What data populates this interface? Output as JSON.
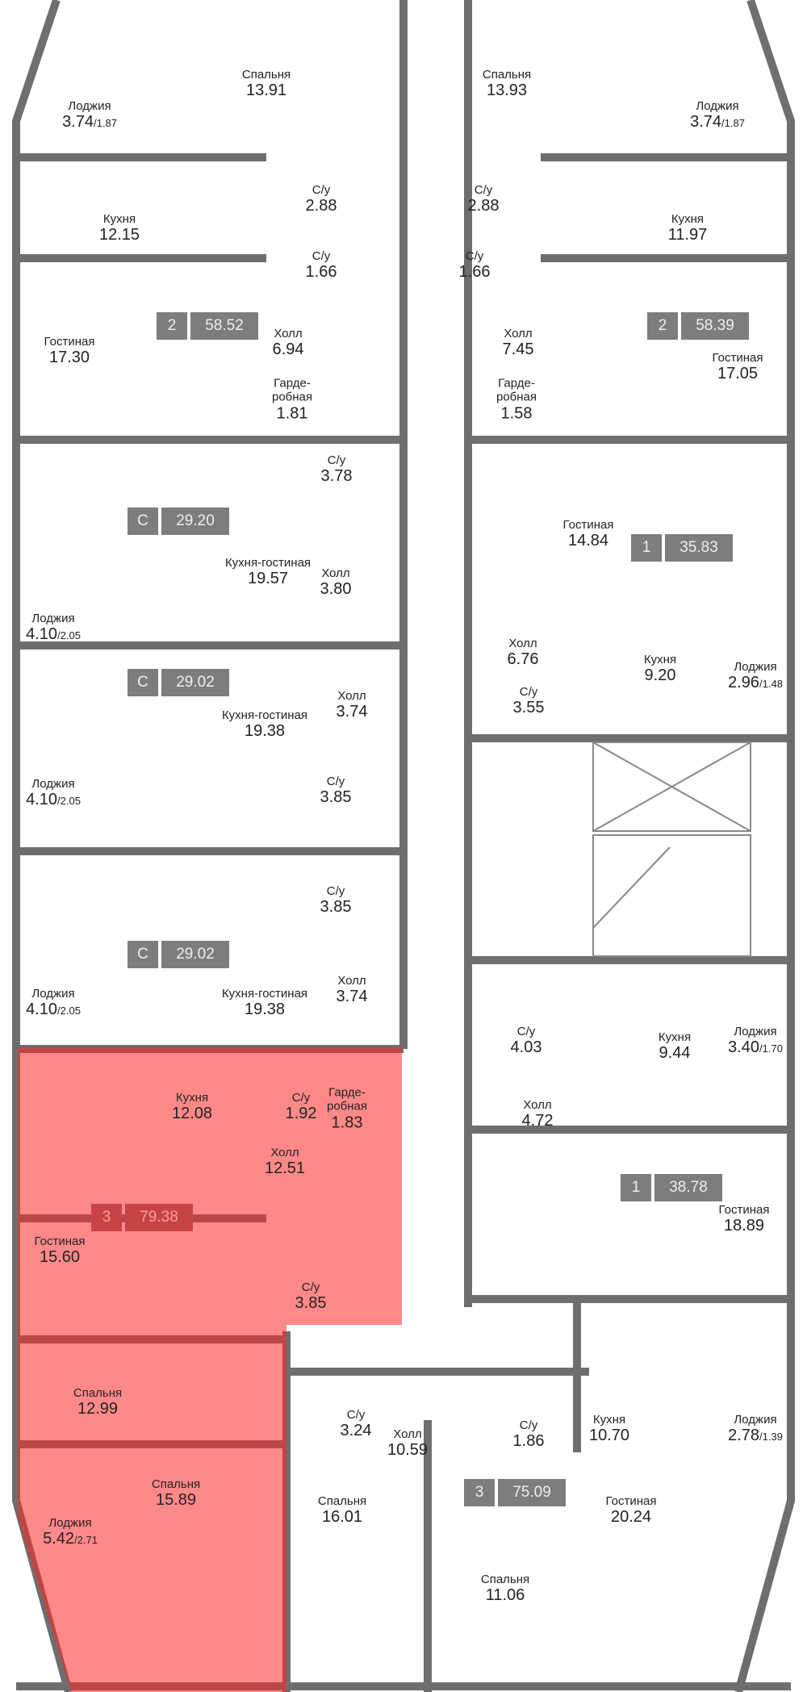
{
  "apartments": [
    {
      "id": "2-left",
      "type": "2",
      "area": "58.52",
      "selected": false,
      "rooms": [
        {
          "name": "Лоджия",
          "area": "3.74",
          "area_reduced": "1.87"
        },
        {
          "name": "Спальня",
          "area": "13.91"
        },
        {
          "name": "Кухня",
          "area": "12.15"
        },
        {
          "name": "Гостиная",
          "area": "17.30"
        },
        {
          "name": "С/у",
          "area": "2.88"
        },
        {
          "name": "С/у",
          "area": "1.66"
        },
        {
          "name": "Холл",
          "area": "6.94"
        },
        {
          "name": "Гарде-\nробная",
          "area": "1.81"
        }
      ]
    },
    {
      "id": "2-right",
      "type": "2",
      "area": "58.39",
      "selected": false,
      "rooms": [
        {
          "name": "Спальня",
          "area": "13.93"
        },
        {
          "name": "Лоджия",
          "area": "3.74",
          "area_reduced": "1.87"
        },
        {
          "name": "С/у",
          "area": "2.88"
        },
        {
          "name": "С/у",
          "area": "1.66"
        },
        {
          "name": "Кухня",
          "area": "11.97"
        },
        {
          "name": "Холл",
          "area": "7.45"
        },
        {
          "name": "Гарде-\nробная",
          "area": "1.58"
        },
        {
          "name": "Гостиная",
          "area": "17.05"
        }
      ]
    },
    {
      "id": "studio-1",
      "type": "С",
      "area": "29.20",
      "selected": false,
      "rooms": [
        {
          "name": "Лоджия",
          "area": "4.10",
          "area_reduced": "2.05"
        },
        {
          "name": "Кухня-гостиная",
          "area": "19.57"
        },
        {
          "name": "С/у",
          "area": "3.78"
        },
        {
          "name": "Холл",
          "area": "3.80"
        }
      ]
    },
    {
      "id": "studio-2",
      "type": "С",
      "area": "29.02",
      "selected": false,
      "rooms": [
        {
          "name": "Кухня-гостиная",
          "area": "19.38"
        },
        {
          "name": "Холл",
          "area": "3.74"
        },
        {
          "name": "Лоджия",
          "area": "4.10",
          "area_reduced": "2.05"
        },
        {
          "name": "С/у",
          "area": "3.85"
        }
      ]
    },
    {
      "id": "studio-3",
      "type": "С",
      "area": "29.02",
      "selected": false,
      "rooms": [
        {
          "name": "С/у",
          "area": "3.85"
        },
        {
          "name": "Кухня-гостиная",
          "area": "19.38"
        },
        {
          "name": "Холл",
          "area": "3.74"
        },
        {
          "name": "Лоджия",
          "area": "4.10",
          "area_reduced": "2.05"
        }
      ]
    },
    {
      "id": "1-upper",
      "type": "1",
      "area": "35.83",
      "selected": false,
      "rooms": [
        {
          "name": "Гостиная",
          "area": "14.84"
        },
        {
          "name": "Холл",
          "area": "6.76"
        },
        {
          "name": "С/у",
          "area": "3.55"
        },
        {
          "name": "Кухня",
          "area": "9.20"
        },
        {
          "name": "Лоджия",
          "area": "2.96",
          "area_reduced": "1.48"
        }
      ]
    },
    {
      "id": "1-lower",
      "type": "1",
      "area": "38.78",
      "selected": false,
      "rooms": [
        {
          "name": "С/у",
          "area": "4.03"
        },
        {
          "name": "Кухня",
          "area": "9.44"
        },
        {
          "name": "Лоджия",
          "area": "3.40",
          "area_reduced": "1.70"
        },
        {
          "name": "Холл",
          "area": "4.72"
        },
        {
          "name": "Гостиная",
          "area": "18.89"
        }
      ]
    },
    {
      "id": "3-selected",
      "type": "3",
      "area": "79.38",
      "selected": true,
      "rooms": [
        {
          "name": "Кухня",
          "area": "12.08"
        },
        {
          "name": "С/у",
          "area": "1.92"
        },
        {
          "name": "Гарде-\nробная",
          "area": "1.83"
        },
        {
          "name": "Холл",
          "area": "12.51"
        },
        {
          "name": "Гостиная",
          "area": "15.60"
        },
        {
          "name": "С/у",
          "area": "3.85"
        },
        {
          "name": "Спальня",
          "area": "12.99"
        },
        {
          "name": "Спальня",
          "area": "15.89"
        },
        {
          "name": "Лоджия",
          "area": "5.42",
          "area_reduced": "2.71"
        }
      ]
    },
    {
      "id": "3-bottom",
      "type": "3",
      "area": "75.09",
      "selected": false,
      "rooms": [
        {
          "name": "С/у",
          "area": "3.24"
        },
        {
          "name": "Холл",
          "area": "10.59"
        },
        {
          "name": "С/у",
          "area": "1.86"
        },
        {
          "name": "Кухня",
          "area": "10.70"
        },
        {
          "name": "Лоджия",
          "area": "2.78",
          "area_reduced": "1.39"
        },
        {
          "name": "Спальня",
          "area": "16.01"
        },
        {
          "name": "Гостиная",
          "area": "20.24"
        },
        {
          "name": "Спальня",
          "area": "11.06"
        }
      ]
    }
  ],
  "colors": {
    "wall": "#6e6e6e",
    "selection": "#ff4040",
    "badge": "#7d7d7d"
  }
}
